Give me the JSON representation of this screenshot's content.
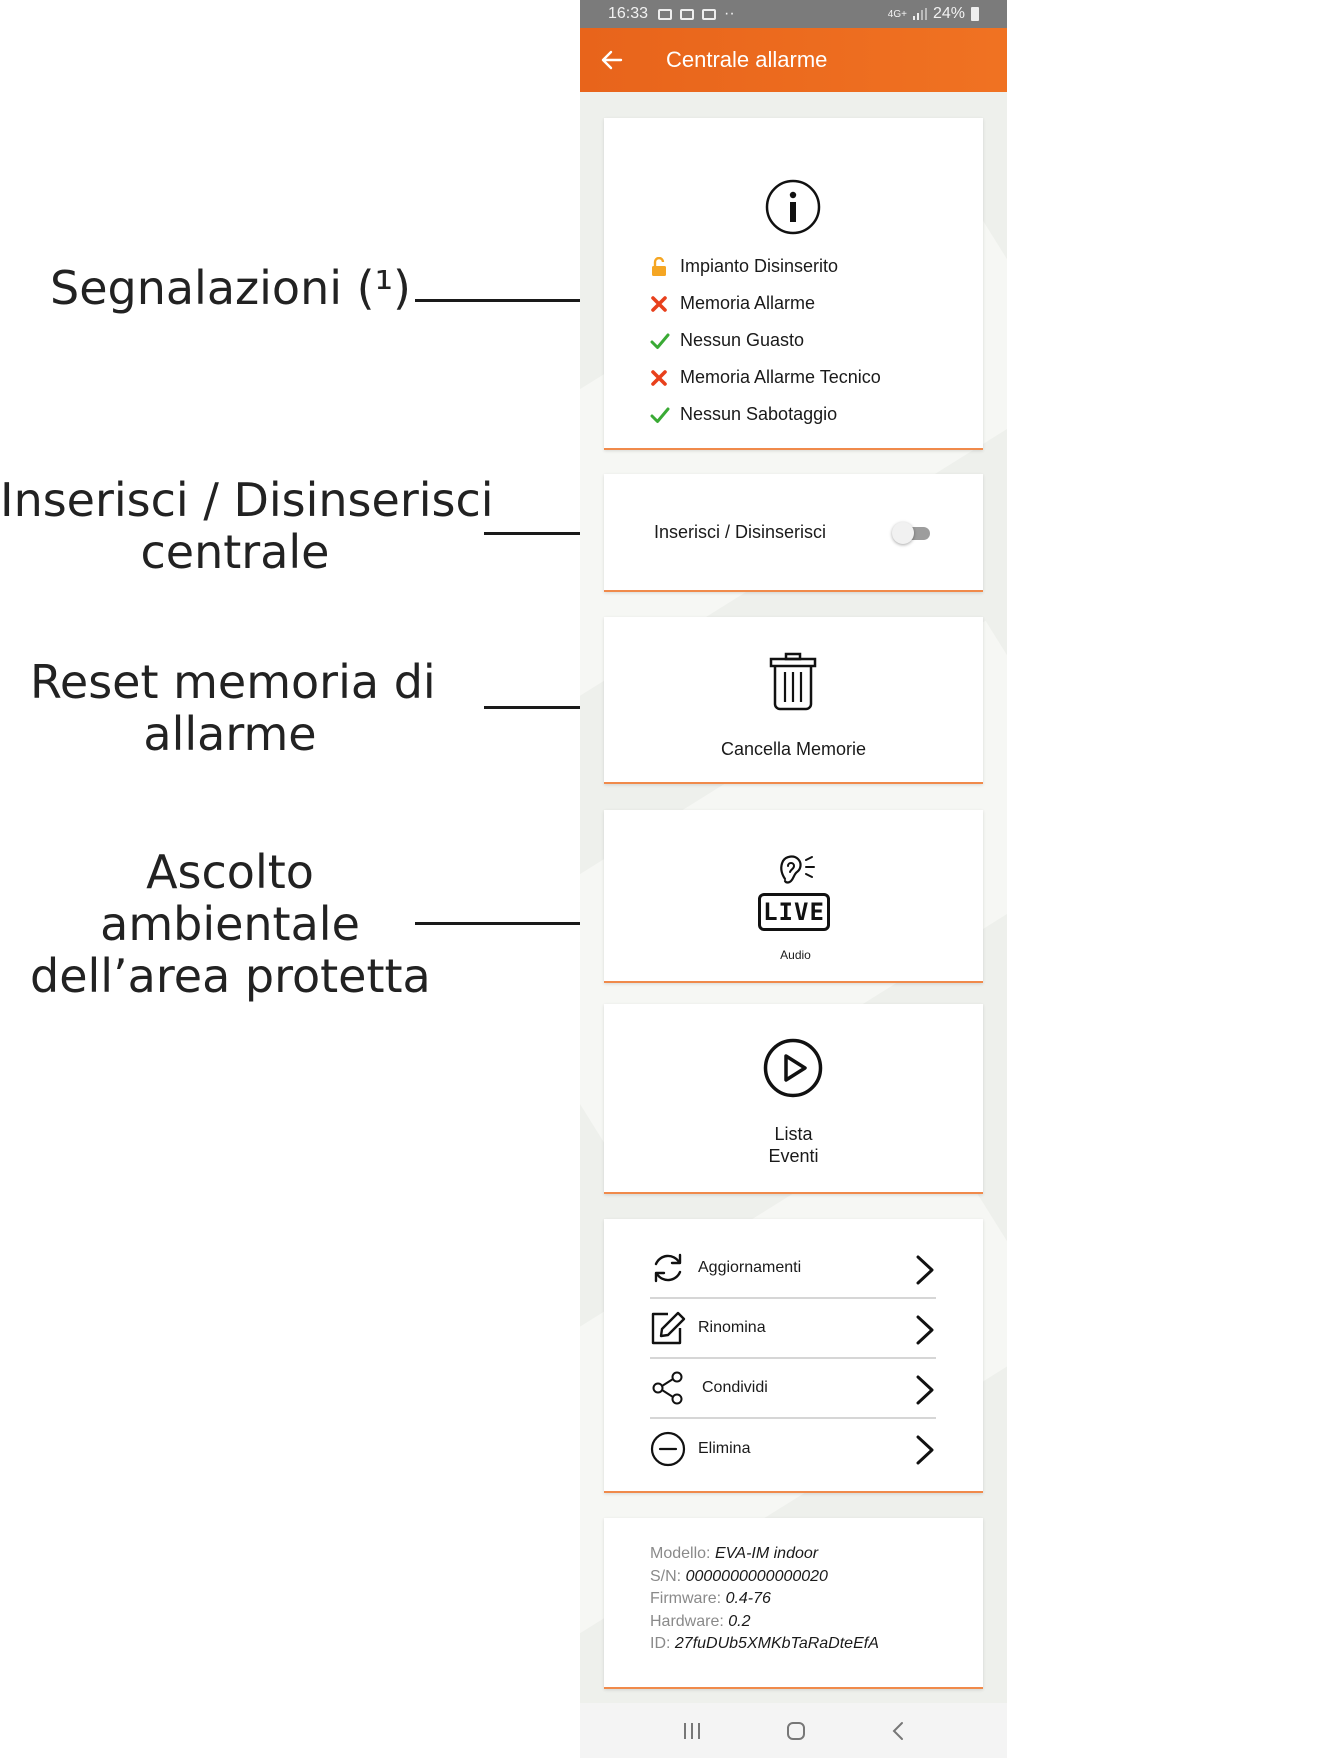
{
  "annotations": {
    "signals": "Segnalazioni (¹)",
    "toggle_line1": "Inserisci / Disinserisci",
    "toggle_line2": "centrale",
    "reset_line1": "Reset memoria di",
    "reset_line2": "allarme",
    "listen_line1": "Ascolto",
    "listen_line2": "ambientale",
    "listen_line3": "dell’area protetta"
  },
  "statusbar": {
    "time": "16:33",
    "network": "4G+",
    "battery": "24%"
  },
  "appbar": {
    "title": "Centrale allarme"
  },
  "status_items": [
    {
      "label": "Impianto Disinserito",
      "icon": "lock-open-icon",
      "color": "#f5a623"
    },
    {
      "label": "Memoria Allarme",
      "icon": "cross-icon",
      "color": "#e8401c"
    },
    {
      "label": "Nessun Guasto",
      "icon": "check-icon",
      "color": "#3aaa35"
    },
    {
      "label": "Memoria Allarme Tecnico",
      "icon": "cross-icon",
      "color": "#e8401c"
    },
    {
      "label": "Nessun Sabotaggio",
      "icon": "check-icon",
      "color": "#3aaa35"
    }
  ],
  "toggle": {
    "label": "Inserisci / Disinserisci",
    "state": "off"
  },
  "delete_memories": {
    "label": "Cancella Memorie"
  },
  "live_audio": {
    "badge": "LIVE",
    "label": "Audio"
  },
  "events": {
    "line1": "Lista",
    "line2": "Eventi"
  },
  "menu": [
    {
      "label": "Aggiornamenti",
      "icon": "refresh-icon"
    },
    {
      "label": "Rinomina",
      "icon": "edit-icon"
    },
    {
      "label": "Condividi",
      "icon": "share-icon"
    },
    {
      "label": "Elimina",
      "icon": "minus-circle-icon"
    }
  ],
  "device_info": {
    "model_label": "Modello:",
    "model": "EVA-IM indoor",
    "sn_label": "S/N:",
    "sn": "0000000000000020",
    "firmware_label": "Firmware:",
    "firmware": "0.4-76",
    "hardware_label": "Hardware:",
    "hardware": "0.2",
    "id_label": "ID:",
    "id": "27fuDUb5XMKbTaRaDteEfA"
  },
  "colors": {
    "accent": "#f07222",
    "card_border": "#f08a4b",
    "ok": "#3aaa35",
    "alarm": "#e8401c",
    "lock": "#f5a623"
  }
}
